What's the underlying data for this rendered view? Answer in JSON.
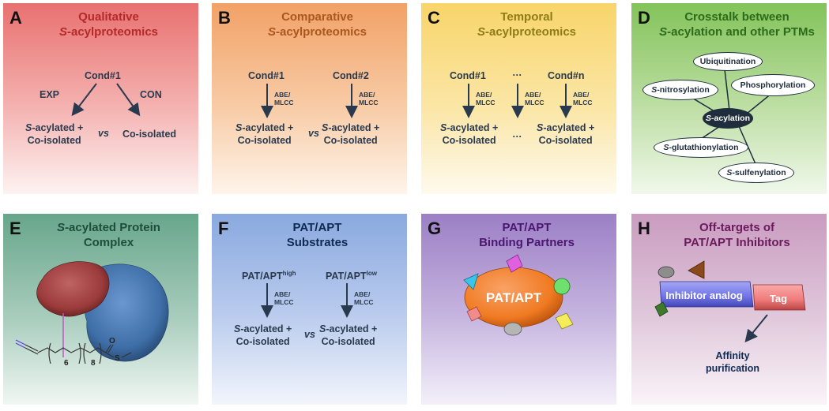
{
  "panels": {
    "A": {
      "letter": "A",
      "title1": "Qualitative",
      "title2_italic": "S",
      "title2_rest": "-acylproteomics",
      "cond": "Cond#1",
      "exp": "EXP",
      "con": "CON",
      "left1_italic": "S",
      "left1_rest": "-acylated +",
      "left2": "Co-isolated",
      "vs": "vs",
      "right": "Co-isolated",
      "title_color": "#b5292a"
    },
    "B": {
      "letter": "B",
      "title1": "Comparative",
      "title2_italic": "S",
      "title2_rest": "-acylproteomics",
      "cond1": "Cond#1",
      "cond2": "Cond#2",
      "method1": "ABE/",
      "method2": "MLCC",
      "res1_italic": "S",
      "res1_rest": "-acylated +",
      "res2": "Co-isolated",
      "vs": "vs",
      "title_color": "#a9581f"
    },
    "C": {
      "letter": "C",
      "title1": "Temporal",
      "title2_italic": "S",
      "title2_rest": "-acylproteomics",
      "cond1": "Cond#1",
      "ellipsis": "…",
      "condn": "Cond#n",
      "method1": "ABE/",
      "method2": "MLCC",
      "res1_italic": "S",
      "res1_rest": "-acylated +",
      "res2": "Co-isolated",
      "title_color": "#8f7c16"
    },
    "D": {
      "letter": "D",
      "title1": "Crosstalk between",
      "title2_italic": "S",
      "title2_rest": "-acylation and other PTMs",
      "center_italic": "S",
      "center_rest": "-acylation",
      "ubiq": "Ubiquitination",
      "nitro_italic": "S",
      "nitro_rest": "-nitrosylation",
      "phos": "Phosphorylation",
      "glut_italic": "S",
      "glut_rest": "-glutathionylation",
      "sulf_italic": "S",
      "sulf_rest": "-sulfenylation",
      "title_color": "#2d6b1a"
    },
    "E": {
      "letter": "E",
      "title1_italic": "S",
      "title1_rest": "-acylated Protein",
      "title2": "Complex",
      "sub6": "6",
      "sub8": "8",
      "atomO": "O",
      "atomS": "S",
      "title_color": "#1f4d3b",
      "protein_red": "#9c3b3b",
      "protein_blue": "#3f6fa8",
      "linker": "#c454c4"
    },
    "F": {
      "letter": "F",
      "title1": "PAT/APT",
      "title2": "Substrates",
      "cond1": "PAT/APT",
      "sup1": "high",
      "cond2": "PAT/APT",
      "sup2": "low",
      "method1": "ABE/",
      "method2": "MLCC",
      "res1_italic": "S",
      "res1_rest": "-acylated +",
      "res2": "Co-isolated",
      "vs": "vs",
      "title_color": "#0f2a52"
    },
    "G": {
      "letter": "G",
      "title1": "PAT/APT",
      "title2": "Binding Partners",
      "center": "PAT/APT",
      "title_color": "#4a1670",
      "oval_color": "#f07a22"
    },
    "H": {
      "letter": "H",
      "title1": "Off-targets of",
      "title2": "PAT/APT Inhibitors",
      "inhibitor": "Inhibitor analog",
      "tag": "Tag",
      "affinity1": "Affinity",
      "affinity2": "purification",
      "title_color": "#6b1a5c",
      "inhibitor_color": "#6f73e8",
      "tag_color": "#f07a7a"
    }
  }
}
